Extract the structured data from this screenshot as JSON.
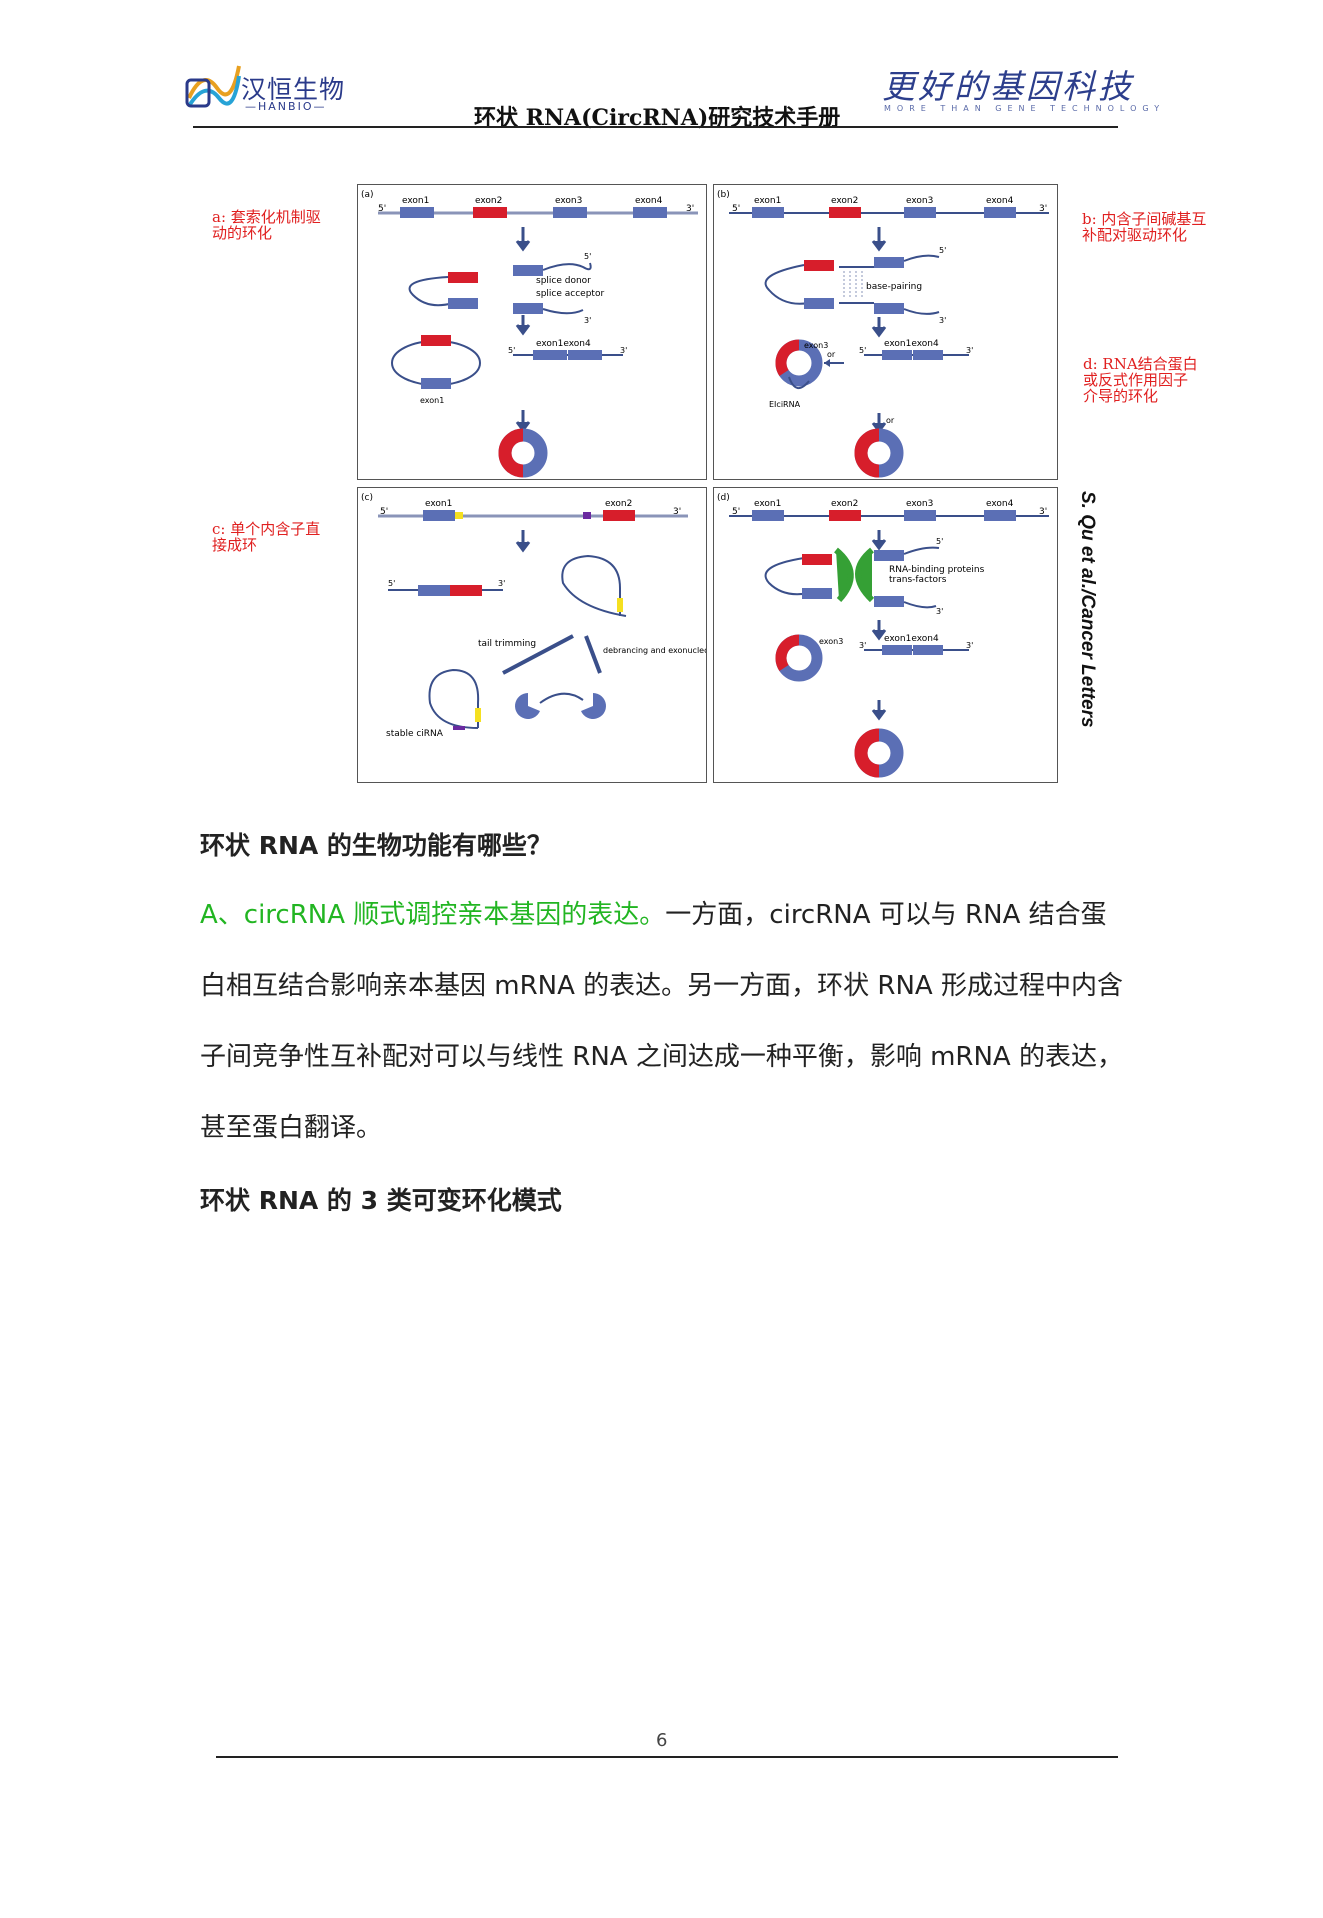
{
  "header": {
    "logo_cn": "汉恒生物",
    "logo_en": "—HANBIO—",
    "slogan": "更好的基因科技",
    "slogan_en": "MORE THAN GENE TECHNOLOGY",
    "doc_title": "环状 RNA(CircRNA)研究技术手册"
  },
  "figure": {
    "annotations": {
      "a": "a: 套索化机制驱动的环化",
      "b": "b: 内含子间碱基互补配对驱动环化",
      "c": "c: 单个内含子直接成环",
      "d": "d: RNA结合蛋白或反式作用因子介导的环化"
    },
    "credit": "S. Qu et al./Cancer Letters",
    "panel_a": {
      "tag": "(a)",
      "exons": [
        "exon1",
        "exon2",
        "exon3",
        "exon4"
      ],
      "five": "5'",
      "three": "3'",
      "splice_donor": "splice donor",
      "splice_acceptor": "splice acceptor",
      "exon1_label": "exon1",
      "product": "exon1exon4"
    },
    "panel_b": {
      "tag": "(b)",
      "exons": [
        "exon1",
        "exon2",
        "exon3",
        "exon4"
      ],
      "five": "5'",
      "three": "3'",
      "base_pairing": "base-pairing",
      "exon3": "exon3",
      "or1": "or",
      "or2": "or",
      "elcirna": "EIciRNA",
      "product": "exon1exon4"
    },
    "panel_c": {
      "tag": "(c)",
      "exons": [
        "exon1",
        "exon2"
      ],
      "five": "5'",
      "three": "3'",
      "tail_trimming": "tail trimming",
      "debranching": "debrancing and exonucleolytic degration",
      "stable": "stable ciRNA"
    },
    "panel_d": {
      "tag": "(d)",
      "exons": [
        "exon1",
        "exon2",
        "exon3",
        "exon4"
      ],
      "five": "5'",
      "three": "3'",
      "rbp": "RNA-binding proteins",
      "trans": "trans-factors",
      "exon3": "exon3",
      "product": "exon1exon4"
    }
  },
  "body": {
    "question_heading": "环状 RNA 的生物功能有哪些？",
    "para1_green": "A、circRNA 顺式调控亲本基因的表达。",
    "para1_rest": "一方面，circRNA 可以与 RNA 结合蛋白相互结合影响亲本基因 mRNA 的表达。另一方面，环状 RNA 形成过程中内含子间竞争性互补配对可以与线性 RNA 之间达成一种平衡，影响 mRNA 的表达，甚至蛋白翻译。",
    "sub_heading": "环状 RNA 的 3 类可变环化模式"
  },
  "footer": {
    "page_number": "6"
  },
  "colors": {
    "exon_blue": "#5b6fb5",
    "exon_red": "#d71e2b",
    "green_text": "#22b522",
    "annotation_red": "#e02020"
  }
}
